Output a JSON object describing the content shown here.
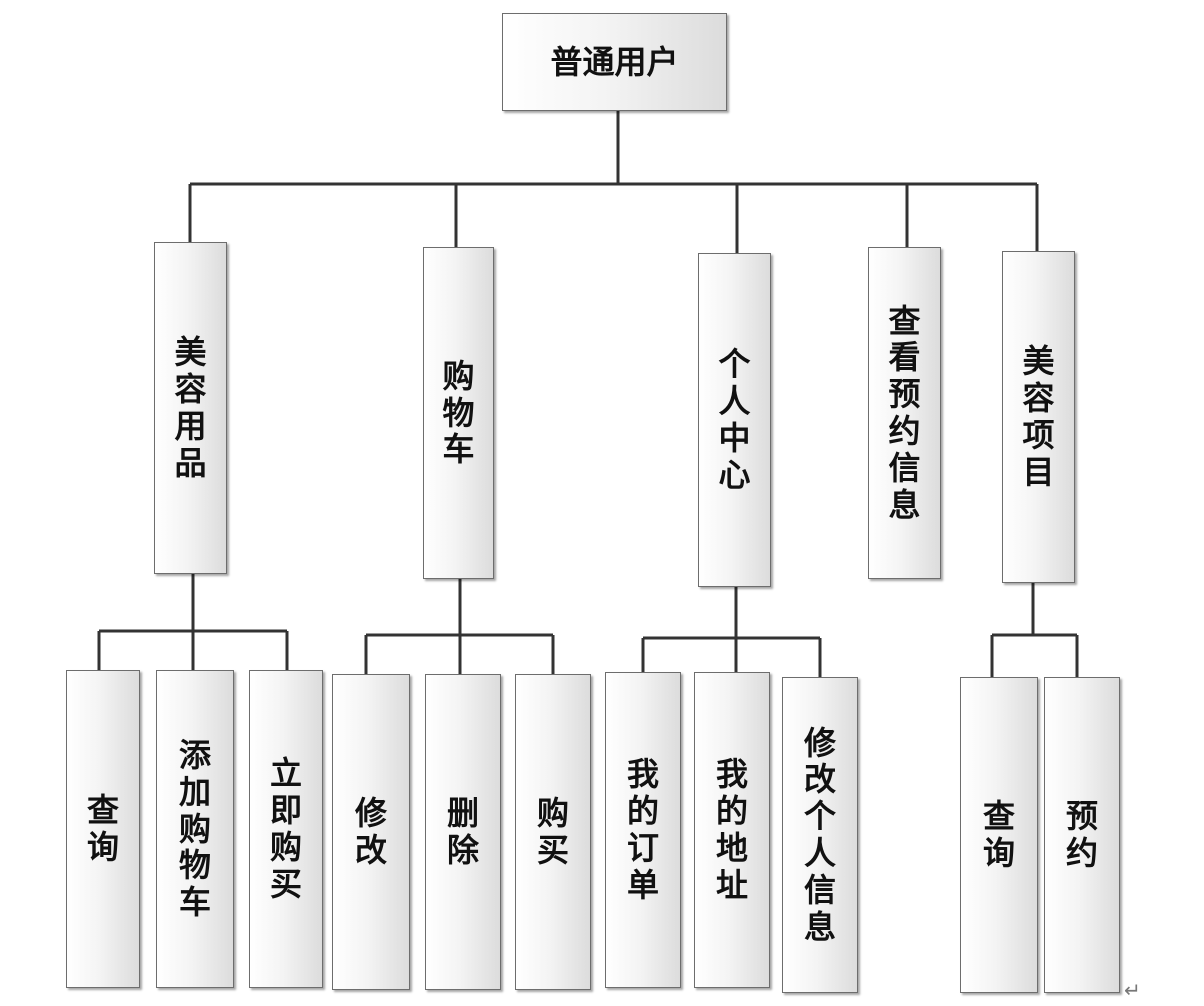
{
  "root": "普通用户",
  "categories": [
    {
      "label": "美容用品",
      "children": [
        "查询",
        "添加购物车",
        "立即购买"
      ]
    },
    {
      "label": "购物车",
      "children": [
        "修改",
        "删除",
        "购买"
      ]
    },
    {
      "label": "个人中心",
      "children": [
        "我的订单",
        "我的地址",
        "修改个人信息"
      ]
    },
    {
      "label": "查看预约信息",
      "children": []
    },
    {
      "label": "美容项目",
      "children": [
        "查询",
        "预约"
      ]
    }
  ],
  "return_mark": "↵"
}
